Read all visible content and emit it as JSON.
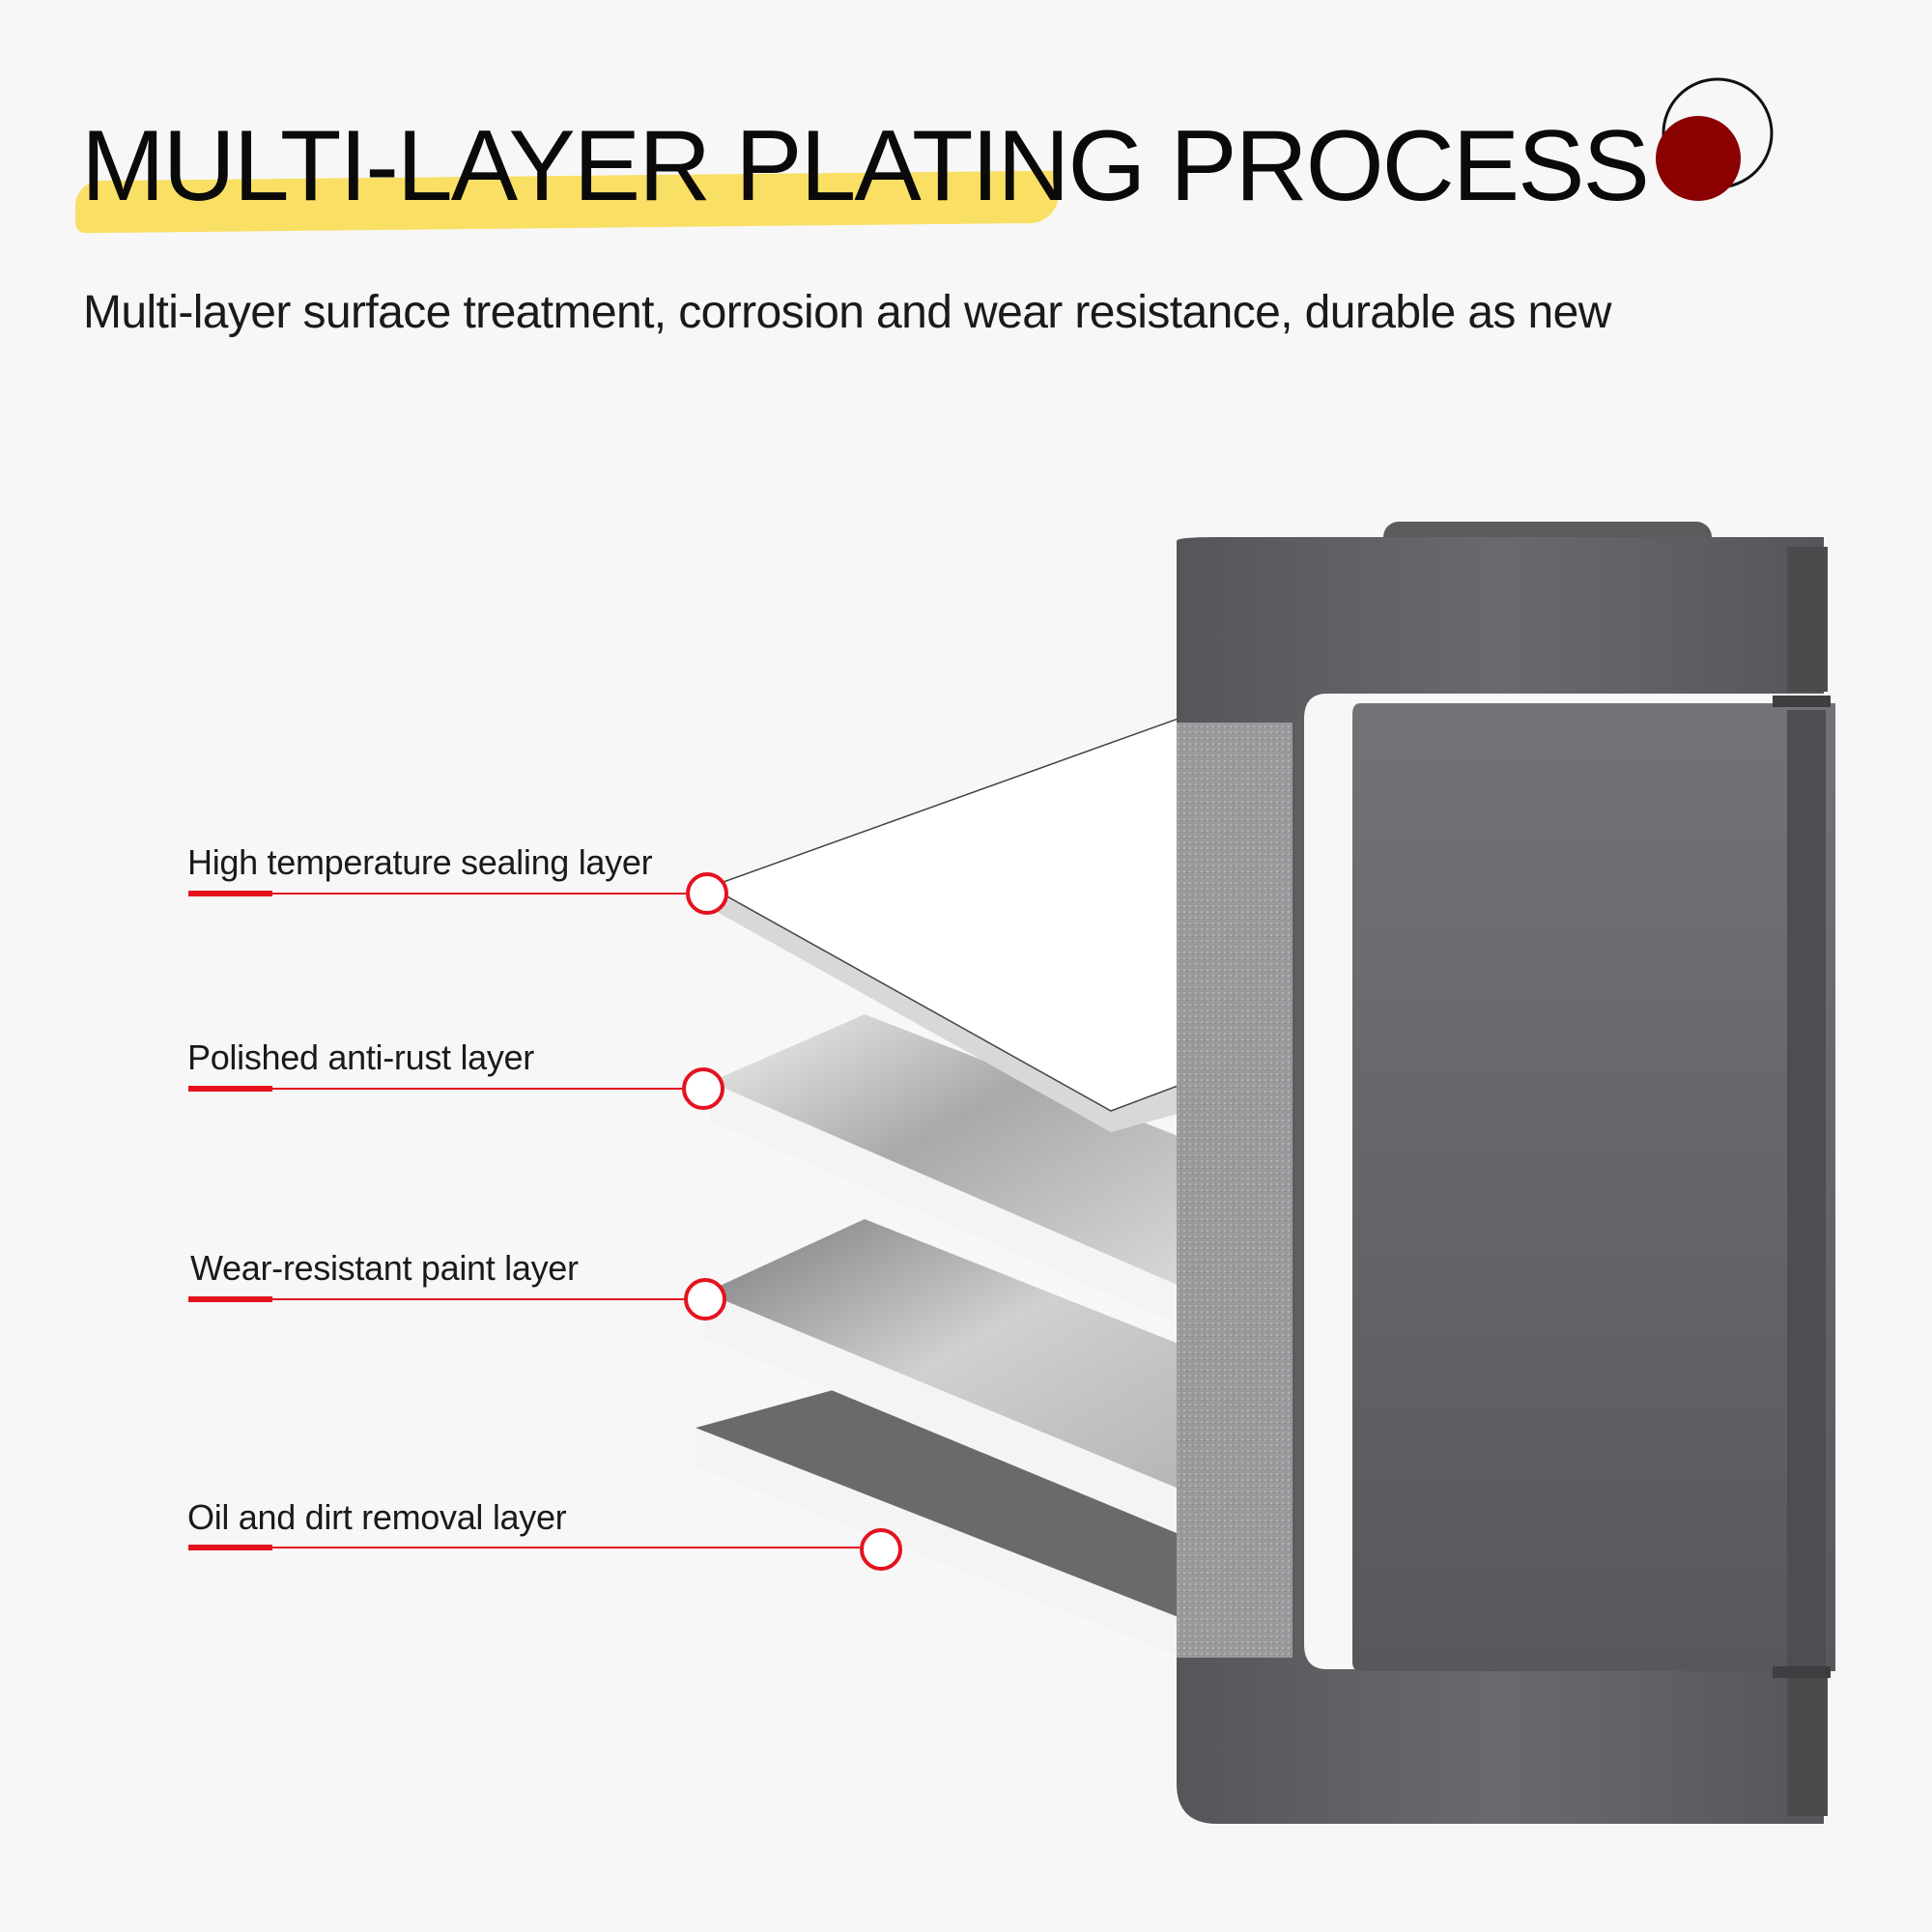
{
  "header": {
    "title": "MULTI-LAYER PLATING PROCESS",
    "subtitle": "Multi-layer surface treatment, corrosion and wear resistance, durable as new"
  },
  "colors": {
    "highlight": "#f9df63",
    "accent_red": "#e5121e",
    "logo_red": "#8b0000",
    "metal": "#5f5f62"
  },
  "layers": [
    {
      "label": "High temperature sealing layer"
    },
    {
      "label": "Polished anti-rust layer"
    },
    {
      "label": "Wear-resistant paint layer"
    },
    {
      "label": "Oil and dirt removal layer"
    }
  ]
}
